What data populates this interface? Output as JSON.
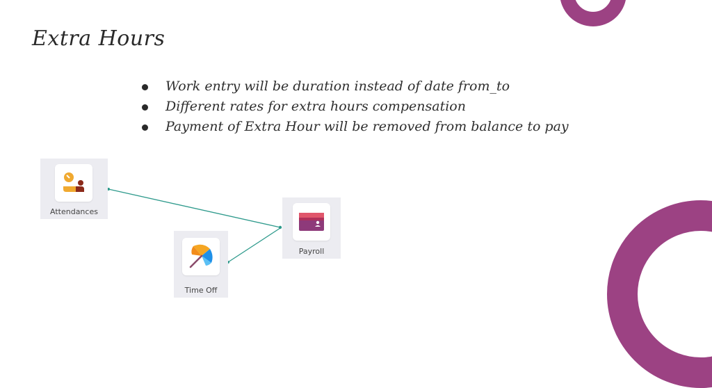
{
  "slide": {
    "title": "Extra Hours",
    "bullets": [
      "Work entry will be duration instead of date from_to",
      "Different rates for extra hours compensation",
      "Payment of Extra Hour will be removed from balance to pay"
    ]
  },
  "diagram": {
    "nodes": [
      {
        "id": "attendances",
        "label": "Attendances",
        "icon": "attendances-icon"
      },
      {
        "id": "payroll",
        "label": "Payroll",
        "icon": "payroll-icon"
      },
      {
        "id": "timeoff",
        "label": "Time Off",
        "icon": "umbrella-icon"
      }
    ],
    "edges": [
      {
        "from": "attendances",
        "to": "payroll"
      },
      {
        "from": "timeoff",
        "to": "payroll"
      }
    ],
    "edge_color": "#2e9a8c"
  },
  "decor": {
    "ring_color": "#9c4283"
  }
}
